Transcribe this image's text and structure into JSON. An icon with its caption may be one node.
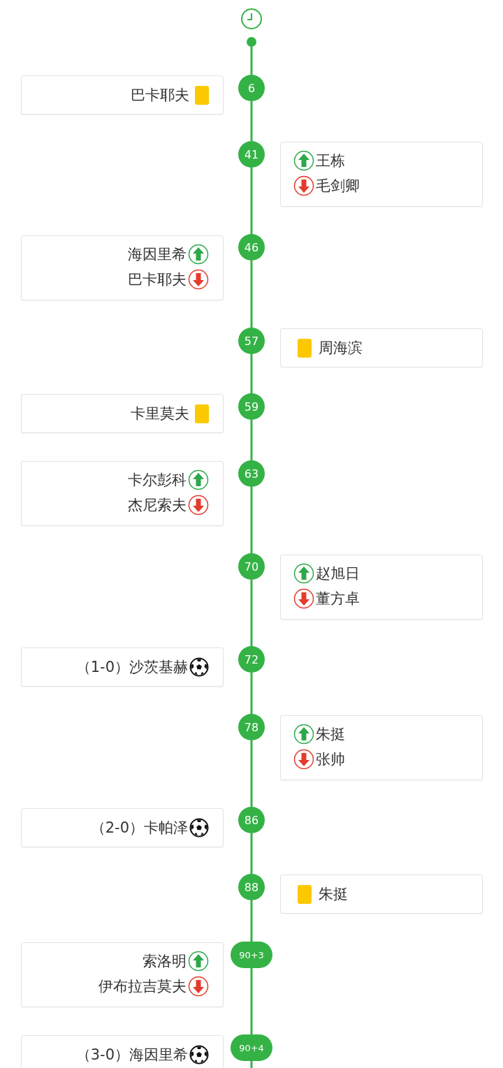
{
  "diagram": {
    "nodes": [
      {
        "text": [],
        "shape": "circle"
      },
      {
        "text": [
          "巴卡耶夫"
        ]
      },
      {
        "text": [
          "6"
        ]
      },
      {
        "text": [
          "41"
        ]
      },
      {
        "text": [
          "王栋",
          "毛剑卿"
        ]
      },
      {
        "text": [
          "海因里希",
          "巴卡耶夫"
        ]
      },
      {
        "text": [
          "46"
        ]
      },
      {
        "text": [
          "57"
        ]
      },
      {
        "text": [
          "周海滨"
        ]
      },
      {
        "text": [
          "卡里莫夫"
        ]
      },
      {
        "text": [
          "59"
        ]
      },
      {
        "text": [
          "卡尔彭科",
          "杰尼索夫"
        ]
      },
      {
        "text": [
          "63"
        ]
      },
      {
        "text": [
          "70"
        ]
      },
      {
        "text": [
          "赵旭日",
          "董方卓"
        ]
      },
      {
        "text": [
          "（1-0）沙茨基赫"
        ]
      },
      {
        "text": [
          "72"
        ]
      },
      {
        "text": [
          "78"
        ]
      },
      {
        "text": [
          "朱挺",
          "张帅"
        ]
      },
      {
        "text": [
          "（2-0）卡帕泽"
        ]
      },
      {
        "text": [
          "86"
        ]
      },
      {
        "text": [
          "88"
        ]
      },
      {
        "text": [
          "朱挺"
        ]
      },
      {
        "text": [
          "索洛明",
          "伊布拉吉莫夫"
        ]
      },
      {
        "text": [
          "90+3"
        ]
      },
      {
        "text": [
          "（3-0）海因里希"
        ]
      },
      {
        "text": [
          "90+4"
        ]
      }
    ],
    "edges": [
      {
        "from": 0,
        "to": 2,
        "arrow": "none"
      },
      {
        "from": 2,
        "to": 3,
        "arrow": "none"
      },
      {
        "from": 3,
        "to": 6,
        "arrow": "none"
      },
      {
        "from": 6,
        "to": 7,
        "arrow": "none"
      },
      {
        "from": 7,
        "to": 10,
        "arrow": "none"
      },
      {
        "from": 10,
        "to": 12,
        "arrow": "none"
      },
      {
        "from": 12,
        "to": 13,
        "arrow": "none"
      },
      {
        "from": 13,
        "to": 16,
        "arrow": "none"
      },
      {
        "from": 16,
        "to": 17,
        "arrow": "none"
      },
      {
        "from": 17,
        "to": 20,
        "arrow": "none"
      },
      {
        "from": 20,
        "to": 21,
        "arrow": "none"
      },
      {
        "from": 21,
        "to": 24,
        "arrow": "none"
      },
      {
        "from": 24,
        "to": 26,
        "arrow": "none"
      },
      {
        "from": 26,
        "to": null,
        "arrow": "none"
      }
    ]
  }
}
